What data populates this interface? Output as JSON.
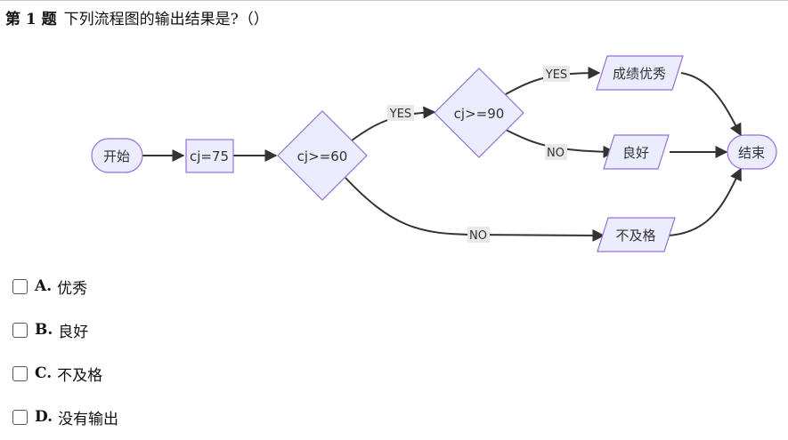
{
  "question": {
    "number_label": "第 1 题",
    "text": "下列流程图的输出结果是?（）"
  },
  "flowchart": {
    "nodes": {
      "start": "开始",
      "assign": "cj=75",
      "cond1": "cj>=60",
      "cond2": "cj>=90",
      "excellent": "成绩优秀",
      "good": "良好",
      "fail": "不及格",
      "end": "结束"
    },
    "edge_labels": {
      "cond1_yes": "YES",
      "cond1_no": "NO",
      "cond2_yes": "YES",
      "cond2_no": "NO"
    },
    "colors": {
      "node_fill": "#ECECFF",
      "node_stroke": "#9370DB",
      "edge": "#333333",
      "label_bg": "#E8E8E8"
    }
  },
  "options": [
    {
      "letter": "A.",
      "text": "优秀"
    },
    {
      "letter": "B.",
      "text": "良好"
    },
    {
      "letter": "C.",
      "text": "不及格"
    },
    {
      "letter": "D.",
      "text": "没有输出"
    }
  ]
}
